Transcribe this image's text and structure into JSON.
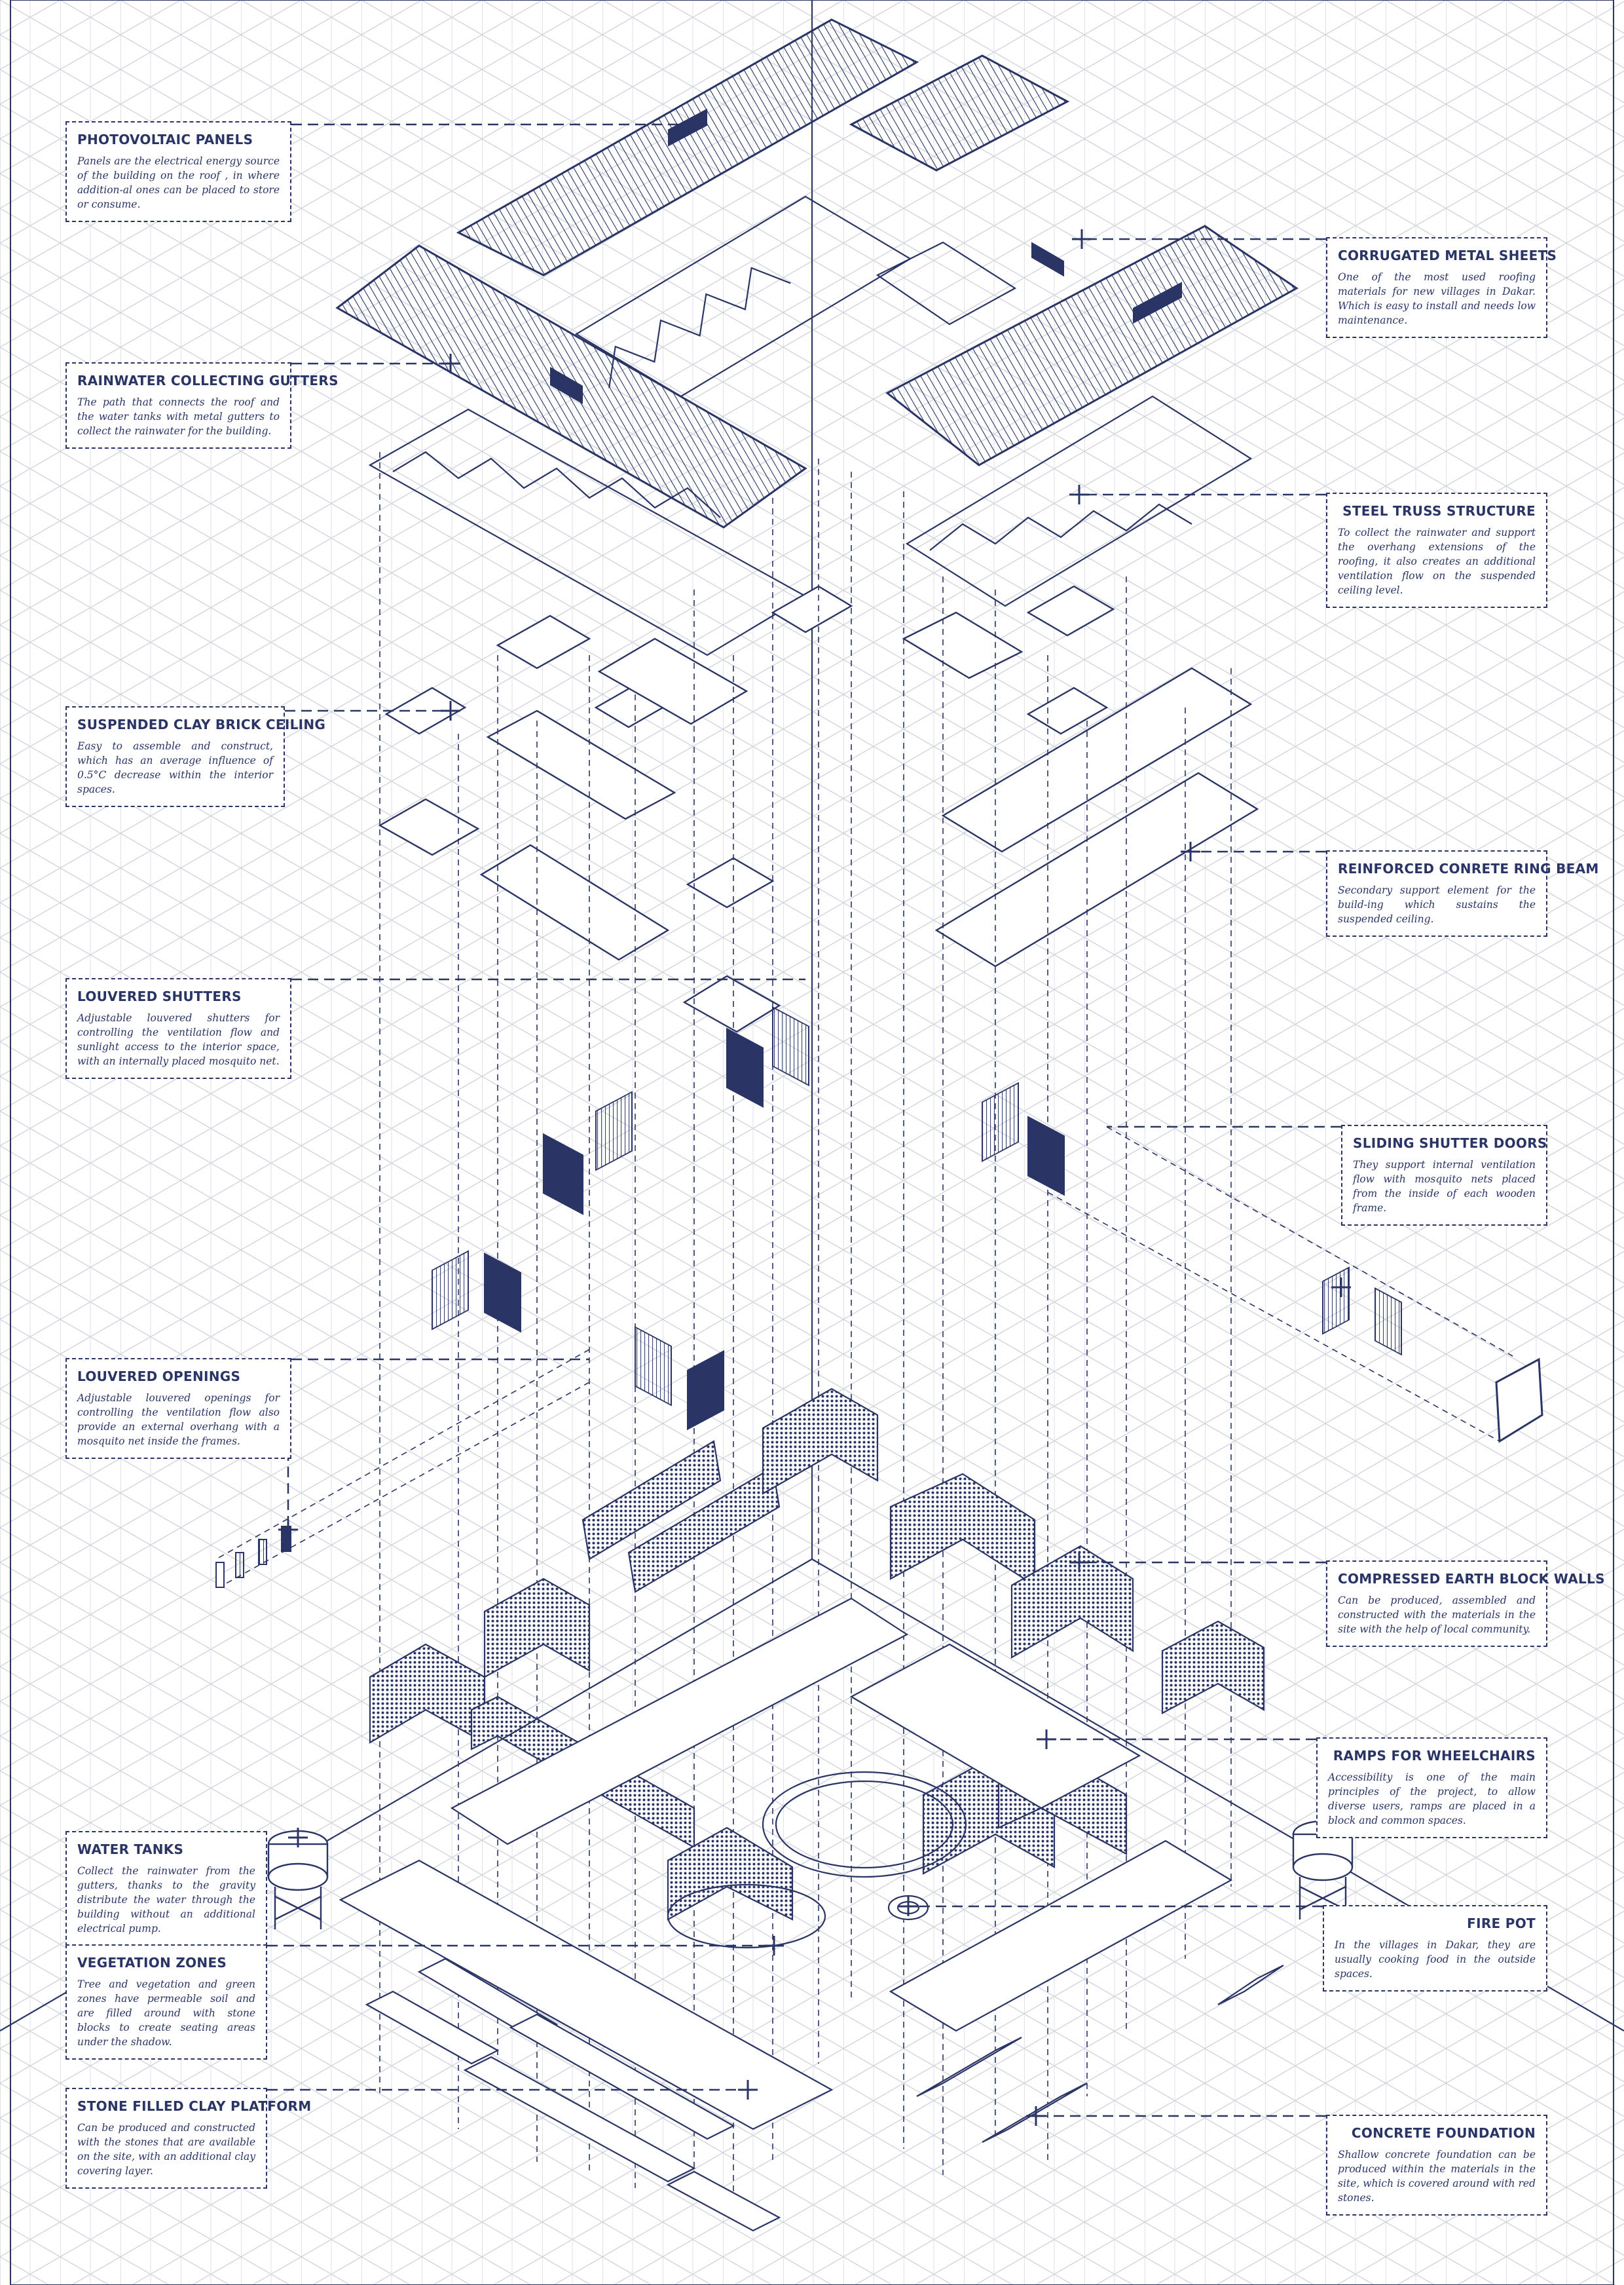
{
  "colors": {
    "ink": "#2a3566",
    "grid": "#c9ccd6",
    "fill": "#2a3566",
    "paper": "#ffffff"
  },
  "annotations": [
    {
      "id": "photovoltaic-panels",
      "title": "PHOTOVOLTAIC PANELS",
      "text": "Panels are the electrical energy source of the building on the roof , in where addition-al ones can be placed  to store or consume."
    },
    {
      "id": "rainwater-gutters",
      "title": "RAINWATER COLLECTING GUTTERS",
      "text": "The path that connects the roof and the water tanks with metal gutters to collect the rainwater for the building."
    },
    {
      "id": "suspended-ceiling",
      "title": "SUSPENDED CLAY BRICK CEILING",
      "text": "Easy to assemble and construct, which has an average influence of 0.5°C decrease within the interior spaces."
    },
    {
      "id": "louvered-shutters",
      "title": "LOUVERED SHUTTERS",
      "text": "Adjustable louvered shutters for controlling the ventilation flow and sunlight access to the interior space, with an internally placed mosquito net."
    },
    {
      "id": "louvered-openings",
      "title": "LOUVERED OPENINGS",
      "text": "Adjustable louvered openings for controlling the ventilation flow also provide an external overhang with a mosquito net inside the frames."
    },
    {
      "id": "water-tanks",
      "title": "WATER TANKS",
      "text": "Collect the rainwater from the gutters, thanks to the gravity distribute the water through the building without an additional electrical pump."
    },
    {
      "id": "vegetation-zones",
      "title": "VEGETATION ZONES",
      "text": "Tree and vegetation and green zones have permeable soil and are filled around with stone blocks to create seating areas under the shadow."
    },
    {
      "id": "stone-platform",
      "title": "STONE FILLED CLAY PLATFORM",
      "text": "Can be produced and constructed with the stones that are available on the site, with an additional clay covering layer."
    },
    {
      "id": "corrugated-sheets",
      "title": "CORRUGATED METAL SHEETS",
      "text": "One of the most used roofing materials for new villages in Dakar. Which is easy to install and needs low maintenance."
    },
    {
      "id": "steel-truss",
      "title": "STEEL TRUSS STRUCTURE",
      "text": "To collect the rainwater and support the overhang extensions of the roofing, it also creates an additional ventilation flow on the suspended ceiling level."
    },
    {
      "id": "ring-beam",
      "title": "REINFORCED CONRETE RING BEAM",
      "text": "Secondary support element for the build-ing which sustains the suspended ceiling."
    },
    {
      "id": "sliding-doors",
      "title": "SLIDING SHUTTER DOORS",
      "text": "They support internal ventilation flow with mosquito nets placed from the inside of each wooden frame."
    },
    {
      "id": "earth-block-walls",
      "title": "COMPRESSED EARTH BLOCK WALLS",
      "text": "Can be produced, assembled and constructed with the materials in the site with the help of local community."
    },
    {
      "id": "ramps",
      "title": "RAMPS FOR WHEELCHAIRS",
      "text": "Accessibility is one of the main principles of the project, to allow diverse users, ramps are placed in a block and common spaces."
    },
    {
      "id": "fire-pot",
      "title": "FIRE POT",
      "text": "In the villages in Dakar, they are usually cooking food in the outside spaces."
    },
    {
      "id": "concrete-foundation",
      "title": "CONCRETE FOUNDATION",
      "text": "Shallow concrete foundation can be produced within the materials in the site, which is covered around with red stones."
    }
  ]
}
